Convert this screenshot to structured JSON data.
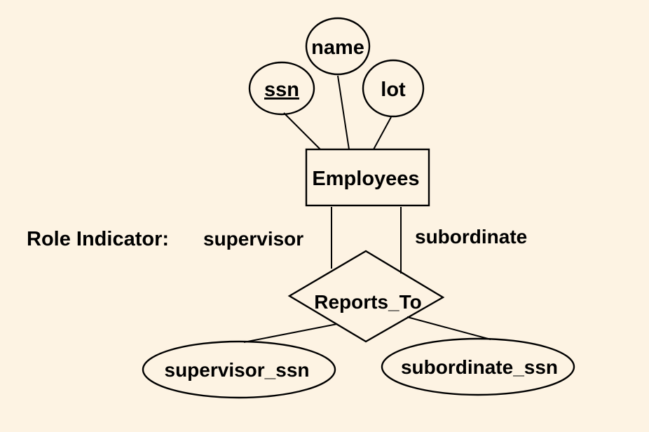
{
  "diagram": {
    "kind": "er-diagram",
    "entity": {
      "label": "Employees"
    },
    "attributes": [
      {
        "label": "ssn",
        "is_key": true
      },
      {
        "label": "name",
        "is_key": false
      },
      {
        "label": "lot",
        "is_key": false
      }
    ],
    "relationship": {
      "label": "Reports_To"
    },
    "caption": "Role Indicator:",
    "roles": {
      "supervisor": "supervisor",
      "subordinate": "subordinate"
    },
    "relationship_attributes": [
      {
        "label": "supervisor_ssn"
      },
      {
        "label": "subordinate_ssn"
      }
    ]
  },
  "colors": {
    "background": "#fdf3e3",
    "stroke": "#000000",
    "text": "#000000"
  }
}
